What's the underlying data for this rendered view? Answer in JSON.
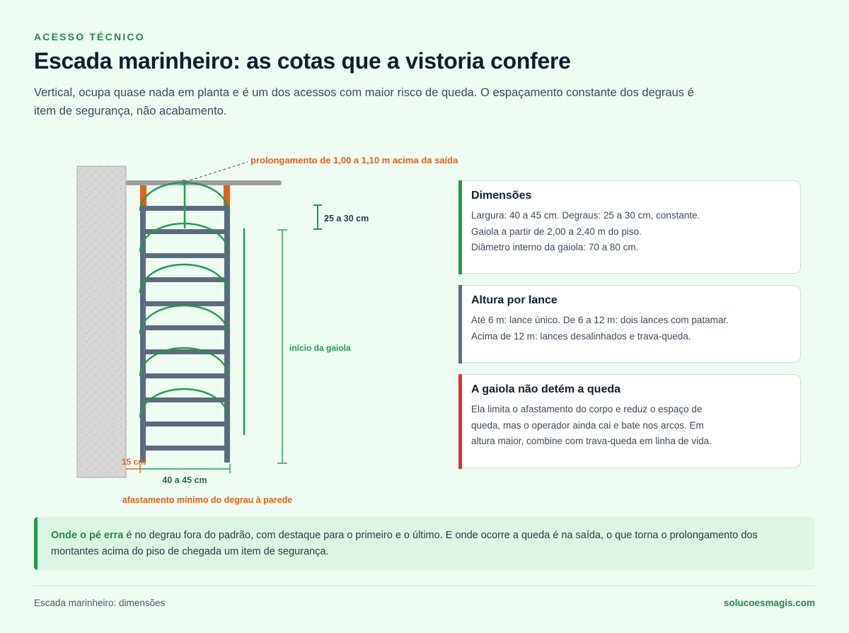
{
  "header": {
    "eyebrow": "ACESSO TÉCNICO",
    "title": "Escada marinheiro: as cotas que a vistoria confere",
    "subtitle": "Vertical, ocupa quase nada em planta e é um dos acessos com maior risco de queda. O espaçamento constante dos degraus é item de segurança, não acabamento."
  },
  "diagram": {
    "label_extension": "prolongamento de 1,00 a 1,10 m acima da saída",
    "label_rung_spacing": "25 a 30 cm",
    "label_cage_start": "início da gaiola",
    "label_wall_gap": "15 cm",
    "label_width": "40 a 45 cm",
    "label_min_gap": "afastamento mínimo do degrau à parede",
    "colors": {
      "wall": "#d6d6d6",
      "ladder": "#5c6b80",
      "cage": "#1f9a4a",
      "accent": "#e2601c",
      "landing": "#9e9e9e"
    }
  },
  "cards": [
    {
      "title": "Dimensões",
      "lines": [
        "Largura: 40 a 45 cm. Degraus: 25 a 30 cm, constante.",
        "Gaiola a partir de 2,00 a 2,40 m do piso.",
        "Diâmetro interno da gaiola: 70 a 80 cm."
      ],
      "accent": "#1f9a4a"
    },
    {
      "title": "Altura por lance",
      "lines": [
        "Até 6 m: lance único. De 6 a 12 m: dois lances com patamar.",
        "Acima de 12 m: lances desalinhados e trava-queda."
      ],
      "accent": "#5d6f80"
    },
    {
      "title": "A gaiola não detém a queda",
      "lines": [
        "Ela limita o afastamento do corpo e reduz o espaço de",
        "queda, mas o operador ainda cai e bate nos arcos. Em",
        "altura maior, combine com trava-queda em linha de vida."
      ],
      "accent": "#d63535"
    }
  ],
  "callout": {
    "lead": "Onde o pé erra",
    "text": " é no degrau fora do padrão, com destaque para o primeiro e o último. E onde ocorre a queda é na saída, o que torna o prolongamento dos montantes acima do piso de chegada um item de segurança."
  },
  "footer": {
    "left": "Escada marinheiro: dimensões",
    "right": "solucoesmagis.com"
  }
}
